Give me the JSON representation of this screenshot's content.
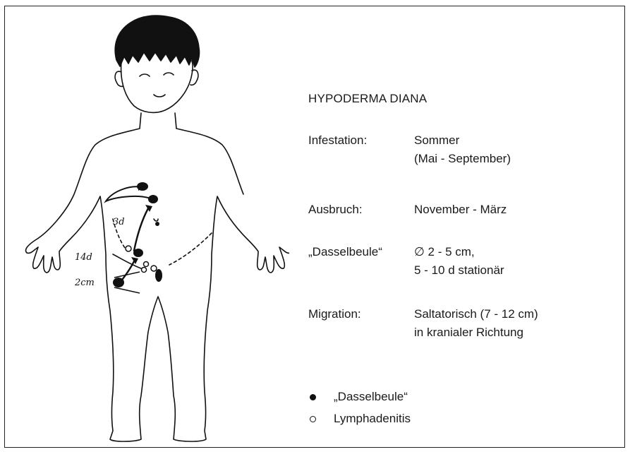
{
  "title": "HYPODERMA DIANA",
  "rows": [
    {
      "label": "Infestation:",
      "value": [
        "Sommer",
        "(Mai - September)"
      ]
    },
    {
      "label": "Ausbruch:",
      "value": [
        "November - März"
      ]
    },
    {
      "label": "„Dasselbeule“",
      "value": [
        "∅ 2 - 5 cm,",
        "5 - 10 d stationär"
      ]
    },
    {
      "label": "Migration:",
      "value": [
        "Saltatorisch (7 - 12 cm)",
        "in kranialer Richtung"
      ]
    }
  ],
  "legend": [
    {
      "symbol": "filled-circle",
      "label": "„Dasselbeule“"
    },
    {
      "symbol": "open-circle",
      "label": "Lymphadenitis"
    }
  ],
  "figure_annotations": {
    "label_3d": "3d",
    "label_14d": "14d",
    "label_2cm": "2cm"
  }
}
